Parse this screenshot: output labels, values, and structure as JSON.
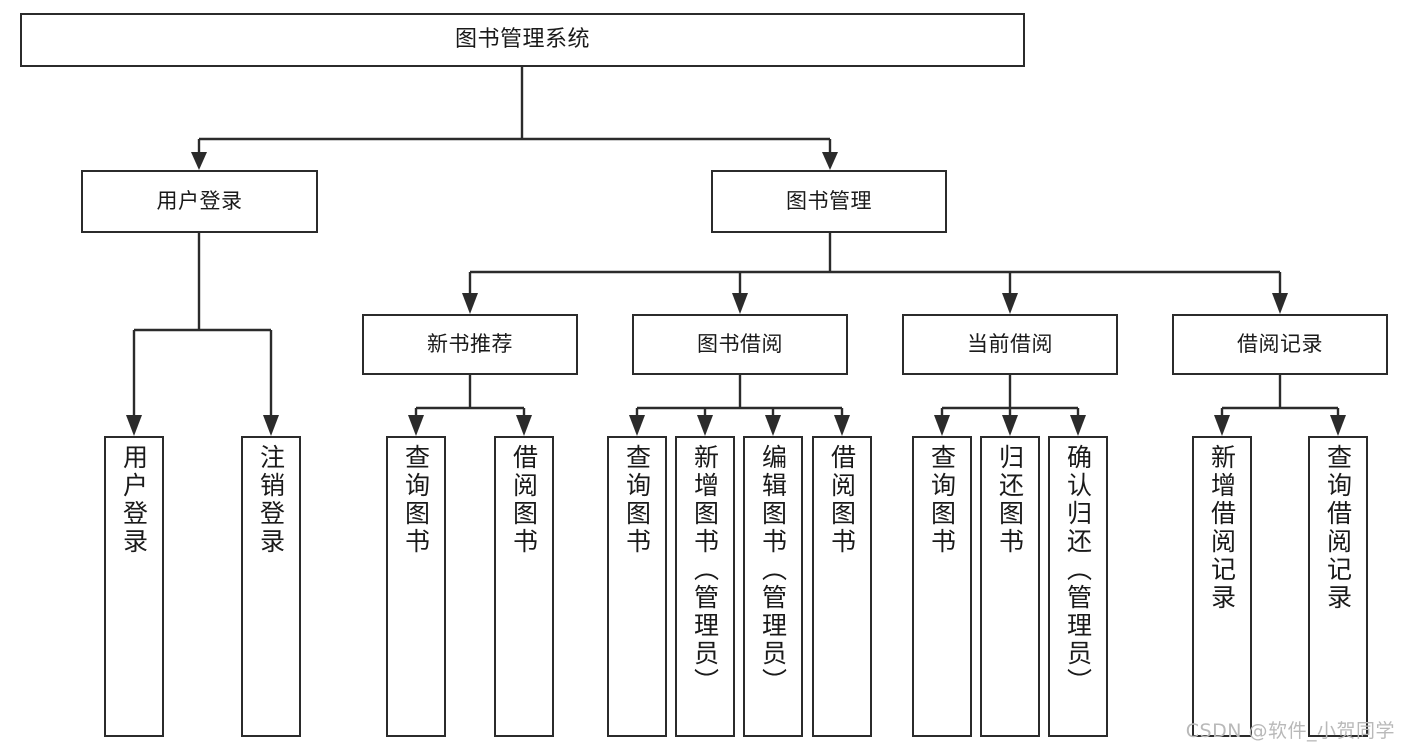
{
  "diagram": {
    "type": "tree-hierarchy",
    "title": "图书管理系统",
    "watermark": "CSDN @软件_小贺同学",
    "colors": {
      "box_border": "#2b2b2b",
      "box_fill": "#ffffff",
      "connector": "#2b2b2b",
      "text": "#1a1a1a",
      "watermark": "#b9b9b9",
      "background": "#ffffff"
    },
    "nodes": {
      "root": {
        "label": "图书管理系统",
        "level": 1,
        "orientation": "horizontal"
      },
      "l2": [
        {
          "id": "user-login",
          "label": "用户登录",
          "level": 2,
          "orientation": "horizontal"
        },
        {
          "id": "book-manage",
          "label": "图书管理",
          "level": 2,
          "orientation": "horizontal"
        }
      ],
      "l3": [
        {
          "id": "new-book-recommend",
          "label": "新书推荐",
          "level": 3,
          "orientation": "horizontal"
        },
        {
          "id": "book-borrow",
          "label": "图书借阅",
          "level": 3,
          "orientation": "horizontal"
        },
        {
          "id": "current-borrow",
          "label": "当前借阅",
          "level": 3,
          "orientation": "horizontal"
        },
        {
          "id": "borrow-record",
          "label": "借阅记录",
          "level": 3,
          "orientation": "horizontal"
        }
      ],
      "leaves": [
        {
          "id": "leaf-user-login",
          "label": "用户登录",
          "parent": "user-login",
          "orientation": "vertical"
        },
        {
          "id": "leaf-logout",
          "label": "注销登录",
          "parent": "user-login",
          "orientation": "vertical"
        },
        {
          "id": "leaf-query-book-1",
          "label": "查询图书",
          "parent": "new-book-recommend",
          "orientation": "vertical"
        },
        {
          "id": "leaf-borrow-book-1",
          "label": "借阅图书",
          "parent": "new-book-recommend",
          "orientation": "vertical"
        },
        {
          "id": "leaf-query-book-2",
          "label": "查询图书",
          "parent": "book-borrow",
          "orientation": "vertical"
        },
        {
          "id": "leaf-add-book",
          "label": "新增图书（管理员）",
          "parent": "book-borrow",
          "orientation": "vertical"
        },
        {
          "id": "leaf-edit-book",
          "label": "编辑图书（管理员）",
          "parent": "book-borrow",
          "orientation": "vertical"
        },
        {
          "id": "leaf-borrow-book-2",
          "label": "借阅图书",
          "parent": "book-borrow",
          "orientation": "vertical"
        },
        {
          "id": "leaf-query-book-3",
          "label": "查询图书",
          "parent": "current-borrow",
          "orientation": "vertical"
        },
        {
          "id": "leaf-return-book",
          "label": "归还图书",
          "parent": "current-borrow",
          "orientation": "vertical"
        },
        {
          "id": "leaf-confirm-return",
          "label": "确认归还（管理员）",
          "parent": "current-borrow",
          "orientation": "vertical"
        },
        {
          "id": "leaf-add-record",
          "label": "新增借阅记录",
          "parent": "borrow-record",
          "orientation": "vertical"
        },
        {
          "id": "leaf-query-record",
          "label": "查询借阅记录",
          "parent": "borrow-record",
          "orientation": "vertical"
        }
      ]
    }
  }
}
